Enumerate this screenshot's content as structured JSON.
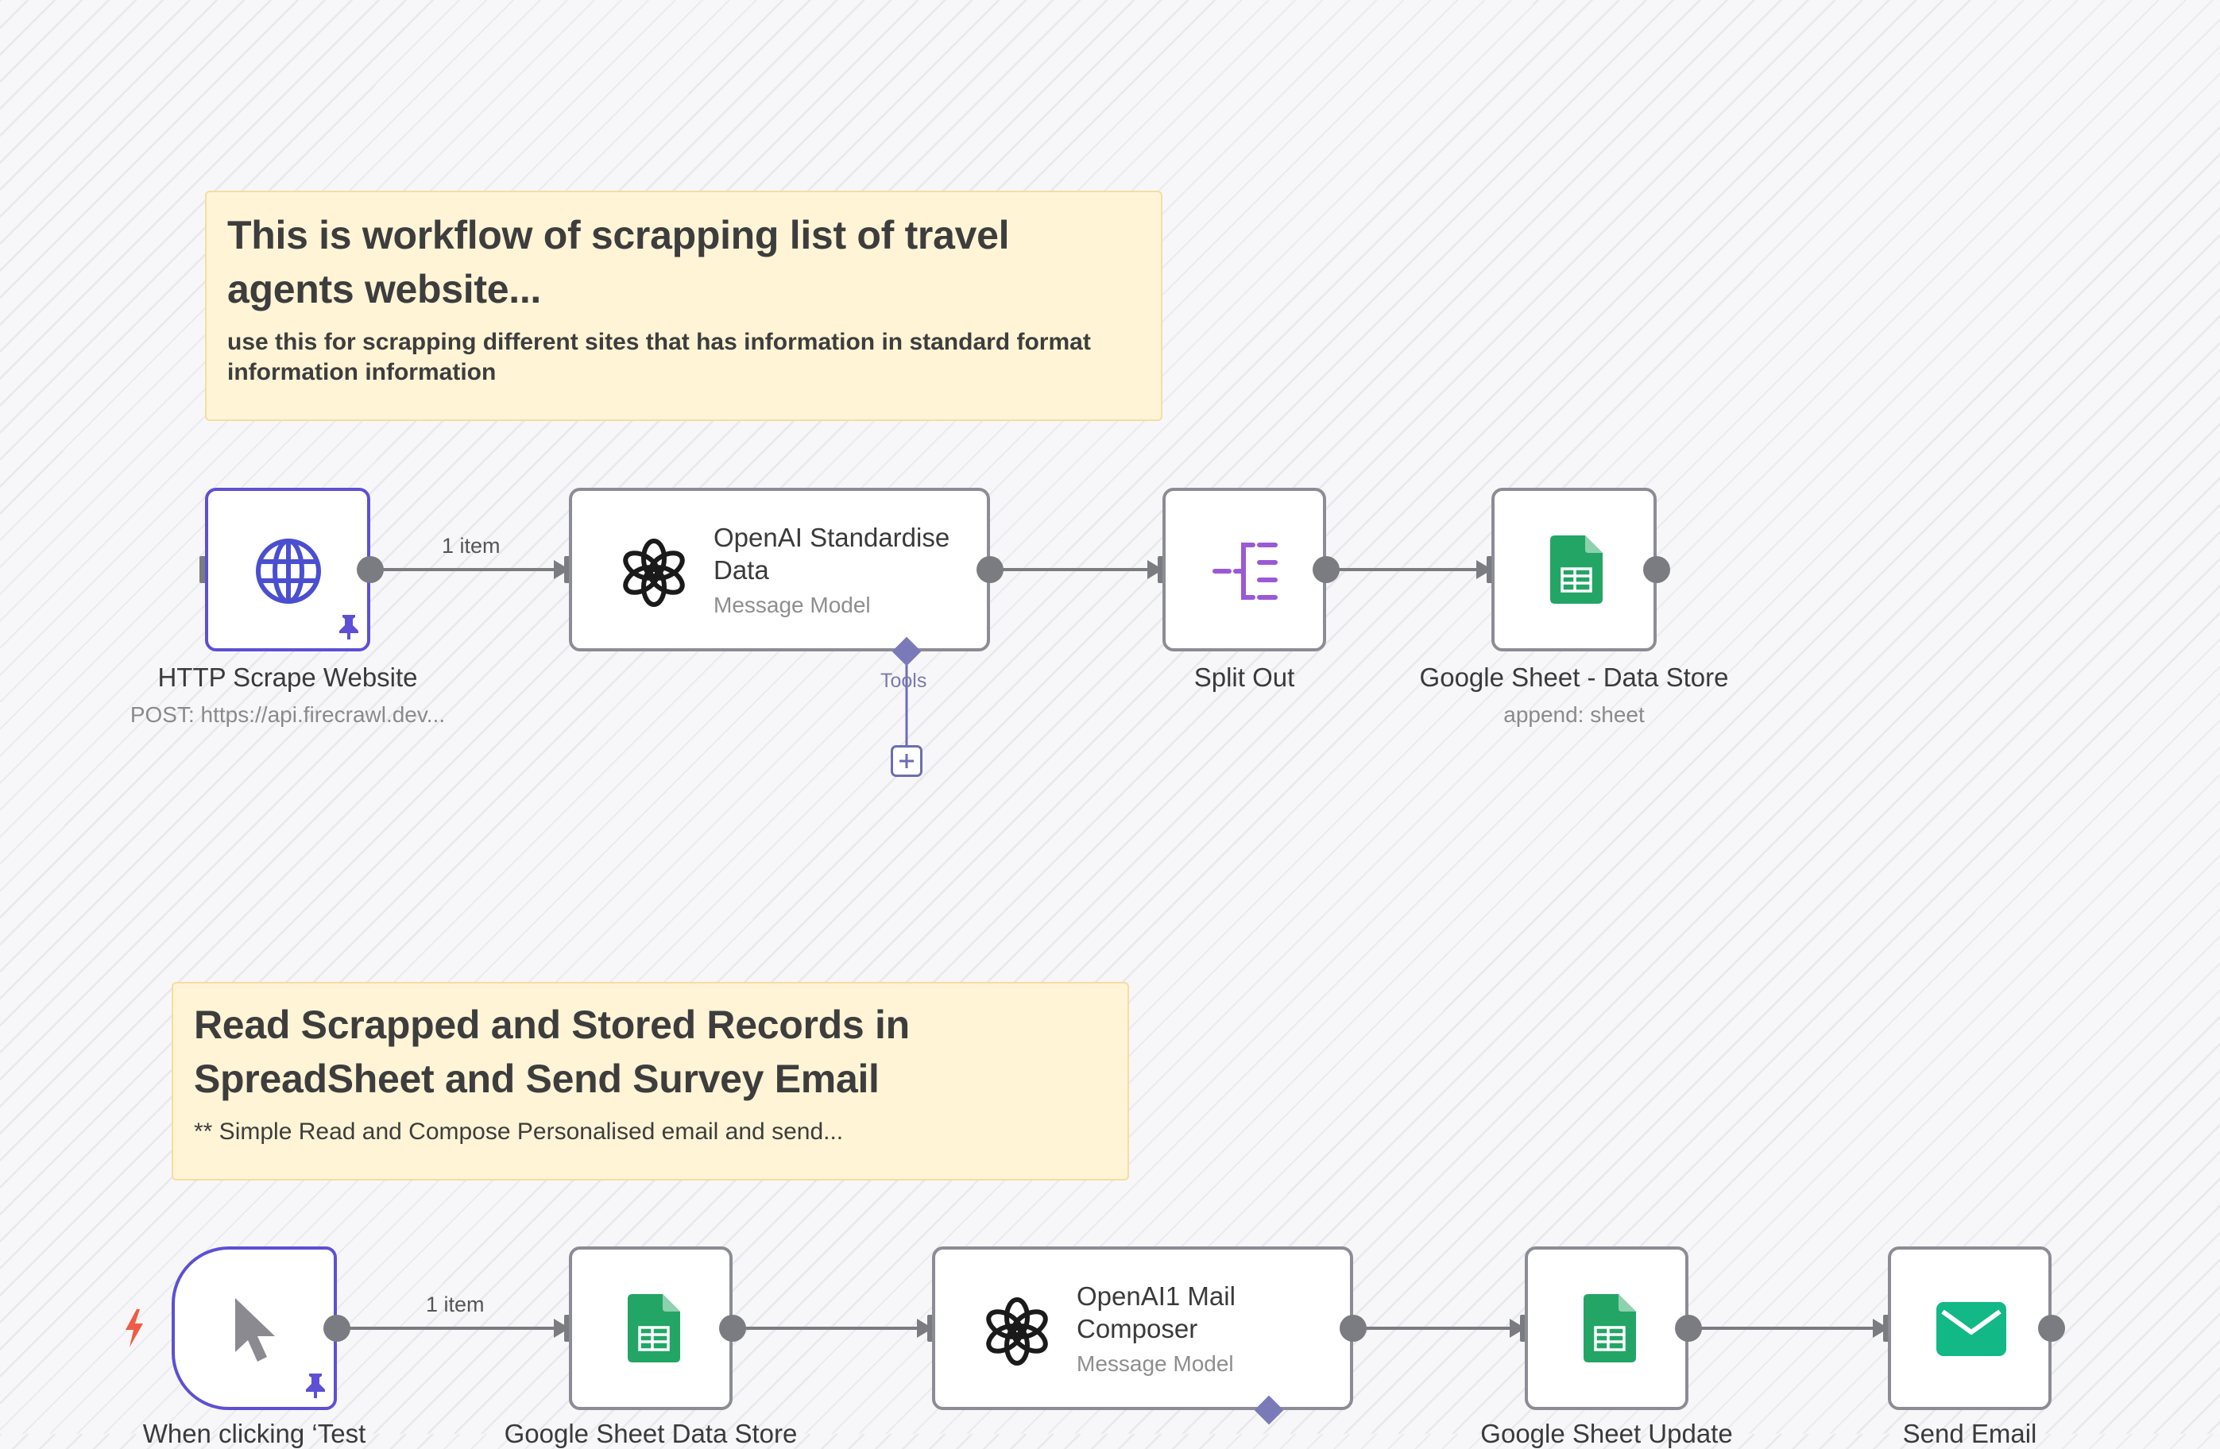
{
  "sticky_notes": [
    {
      "title": "This is workflow of scrapping list of travel agents website...",
      "body": "use this for scrapping different sites that has information in standard format information information"
    },
    {
      "title": "Read Scrapped and Stored Records in SpreadSheet and Send Survey Email",
      "body": "** Simple Read and Compose Personalised email and send..."
    }
  ],
  "workflow1": {
    "http": {
      "label": "HTTP Scrape Website",
      "subtitle": "POST: https://api.firecrawl.dev...",
      "icon": "globe-icon",
      "pinned": true
    },
    "connection1_label": "1 item",
    "openai": {
      "title": "OpenAI Standardise Data",
      "subtitle": "Message Model",
      "icon": "openai-icon"
    },
    "tools_label": "Tools",
    "split": {
      "label": "Split Out",
      "icon": "split-out-icon"
    },
    "gsheet": {
      "label": "Google Sheet - Data Store",
      "subtitle": "append: sheet",
      "icon": "google-sheets-icon"
    }
  },
  "workflow2": {
    "trigger": {
      "label": "When clicking ‘Test",
      "icon": "cursor-icon",
      "pinned": true
    },
    "connection1_label": "1 item",
    "gsheet_read": {
      "label": "Google Sheet Data Store",
      "icon": "google-sheets-icon"
    },
    "openai": {
      "title": "OpenAI1 Mail Composer",
      "subtitle": "Message Model",
      "icon": "openai-icon"
    },
    "gsheet_update": {
      "label": "Google Sheet Update",
      "icon": "google-sheets-icon"
    },
    "email": {
      "label": "Send Email",
      "icon": "email-icon"
    }
  },
  "colors": {
    "sticky_bg": "#fff4d6",
    "pinned_border": "#5d50d4",
    "sheets_green": "#23a566",
    "email_green": "#12b886",
    "split_purple": "#9b59d6",
    "trigger_bolt": "#ef5b45"
  }
}
